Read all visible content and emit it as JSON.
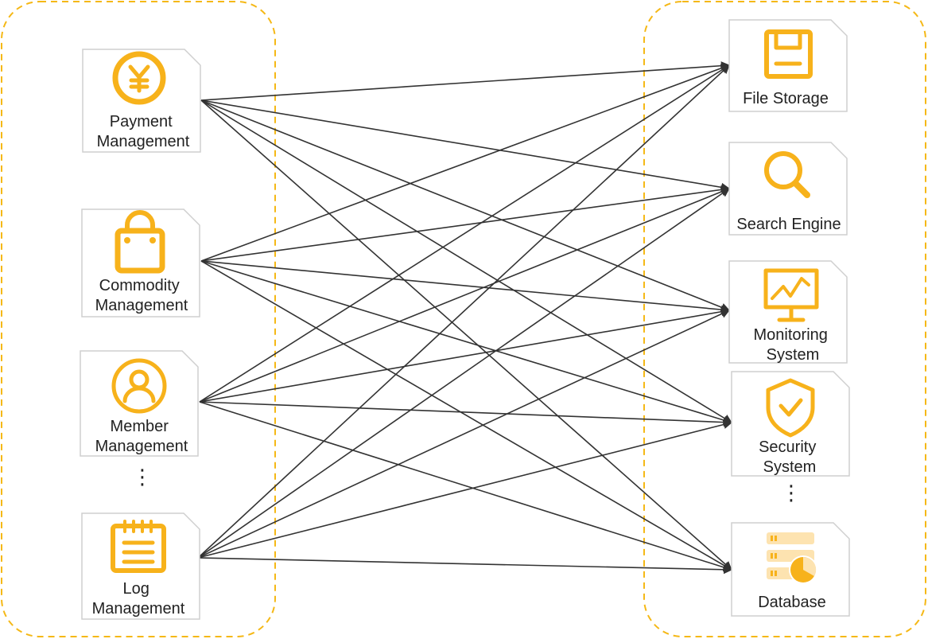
{
  "colors": {
    "accent": "#f7b21b",
    "accent_light": "#fde3b0",
    "edge": "#333333",
    "group_border": "#f5b816"
  },
  "sources": [
    {
      "id": "payment",
      "icon": "yen-coin-icon",
      "lines": [
        "Payment",
        "Management"
      ]
    },
    {
      "id": "commodity",
      "icon": "shopping-bag-icon",
      "lines": [
        "Commodity",
        "Management"
      ]
    },
    {
      "id": "member",
      "icon": "user-circle-icon",
      "lines": [
        "Member",
        "Management"
      ]
    },
    {
      "id": "log",
      "icon": "notepad-icon",
      "lines": [
        "Log",
        "Management"
      ]
    }
  ],
  "targets": [
    {
      "id": "file_storage",
      "icon": "floppy-disk-icon",
      "lines": [
        "File Storage"
      ]
    },
    {
      "id": "search",
      "icon": "magnifier-icon",
      "lines": [
        "Search Engine"
      ]
    },
    {
      "id": "monitoring",
      "icon": "monitor-chart-icon",
      "lines": [
        "Monitoring",
        "System"
      ]
    },
    {
      "id": "security",
      "icon": "shield-check-icon",
      "lines": [
        "Security",
        "System"
      ]
    },
    {
      "id": "database",
      "icon": "database-server-icon",
      "lines": [
        "Database"
      ]
    }
  ],
  "edges": "every source connects to every target (directed arrows)",
  "ellipses": [
    "⋮",
    "⋮"
  ]
}
